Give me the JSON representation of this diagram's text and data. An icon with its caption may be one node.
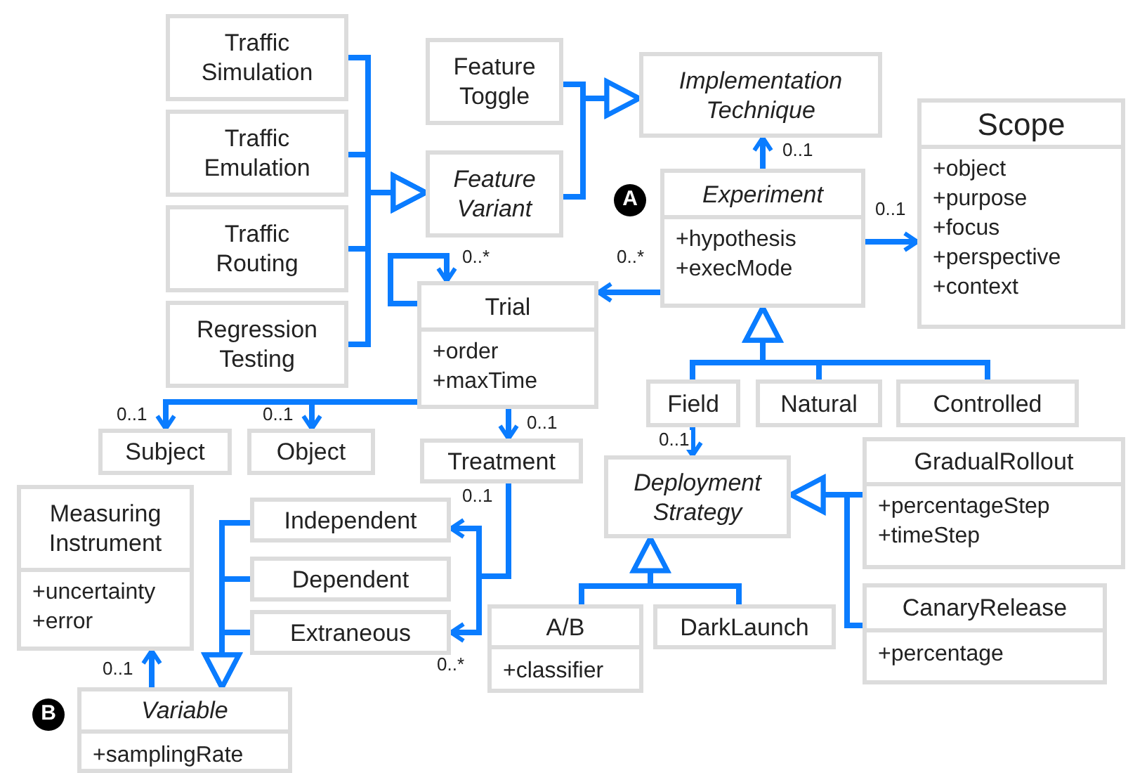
{
  "diagram": {
    "nodes": [
      {
        "text": [
          "Traffic Simulation"
        ]
      },
      {
        "text": [
          "Traffic Emulation"
        ]
      },
      {
        "text": [
          "Traffic Routing"
        ]
      },
      {
        "text": [
          "Regression Testing"
        ]
      },
      {
        "text": [
          "Feature Toggle"
        ]
      },
      {
        "text": [
          "Feature Variant"
        ]
      },
      {
        "text": [
          "Implementation Technique"
        ]
      },
      {
        "text": [
          "Scope",
          "+object +purpose +focus +perspective +context"
        ]
      },
      {
        "text": [
          "Experiment",
          "+hypothesis +execMode"
        ]
      },
      {
        "text": [
          "Trial",
          "+order +maxTime"
        ]
      },
      {
        "text": [
          "Field"
        ]
      },
      {
        "text": [
          "Natural"
        ]
      },
      {
        "text": [
          "Controlled"
        ]
      },
      {
        "text": [
          "Subject"
        ]
      },
      {
        "text": [
          "Object"
        ]
      },
      {
        "text": [
          "Treatment"
        ]
      },
      {
        "text": [
          "Measuring Instrument",
          "+uncertainty +error"
        ]
      },
      {
        "text": [
          "Independent"
        ]
      },
      {
        "text": [
          "Dependent"
        ]
      },
      {
        "text": [
          "Extraneous"
        ]
      },
      {
        "text": [
          "Deployment Strategy"
        ]
      },
      {
        "text": [
          "GradualRollout",
          "+percentageStep +timeStep"
        ]
      },
      {
        "text": [
          "A/B",
          "+classifier"
        ]
      },
      {
        "text": [
          "DarkLaunch"
        ]
      },
      {
        "text": [
          "CanaryRelease",
          "+percentage"
        ]
      },
      {
        "text": [
          "Variable",
          "+samplingRate"
        ]
      }
    ],
    "edges": [
      {
        "from": 0,
        "to": 5,
        "arrow": "to"
      },
      {
        "from": 1,
        "to": 5,
        "arrow": "to"
      },
      {
        "from": 2,
        "to": 5,
        "arrow": "to"
      },
      {
        "from": 3,
        "to": 5,
        "arrow": "to"
      },
      {
        "from": 4,
        "to": 6,
        "arrow": "to"
      },
      {
        "from": 5,
        "to": 6,
        "arrow": "to"
      },
      {
        "from": 8,
        "to": 6,
        "arrow": "to",
        "label": "0..1"
      },
      {
        "from": 8,
        "to": 7,
        "arrow": "to",
        "label": "0..1"
      },
      {
        "from": 8,
        "to": 9,
        "arrow": "to",
        "label": "0..*"
      },
      {
        "from": 9,
        "to": 9,
        "arrow": "to",
        "label": "0..*"
      },
      {
        "from": 9,
        "to": 13,
        "arrow": "to",
        "label": "0..1"
      },
      {
        "from": 9,
        "to": 14,
        "arrow": "to",
        "label": "0..1"
      },
      {
        "from": 9,
        "to": 15,
        "arrow": "to",
        "label": "0..1"
      },
      {
        "from": 10,
        "to": 8,
        "arrow": "to"
      },
      {
        "from": 11,
        "to": 8,
        "arrow": "to"
      },
      {
        "from": 12,
        "to": 8,
        "arrow": "to"
      },
      {
        "from": 10,
        "to": 20,
        "arrow": "to",
        "label": "0..1"
      },
      {
        "from": 21,
        "to": 20,
        "arrow": "to"
      },
      {
        "from": 24,
        "to": 20,
        "arrow": "to"
      },
      {
        "from": 22,
        "to": 20,
        "arrow": "to"
      },
      {
        "from": 23,
        "to": 20,
        "arrow": "to"
      },
      {
        "from": 15,
        "to": 17,
        "arrow": "to",
        "label": "0..1"
      },
      {
        "from": 15,
        "to": 19,
        "arrow": "to",
        "label": "0..*"
      },
      {
        "from": 17,
        "to": 25,
        "arrow": "to"
      },
      {
        "from": 18,
        "to": 25,
        "arrow": "to"
      },
      {
        "from": 19,
        "to": 25,
        "arrow": "to"
      },
      {
        "from": 25,
        "to": 16,
        "arrow": "to",
        "label": "0..1"
      }
    ],
    "labels": [
      "A",
      "B"
    ]
  }
}
